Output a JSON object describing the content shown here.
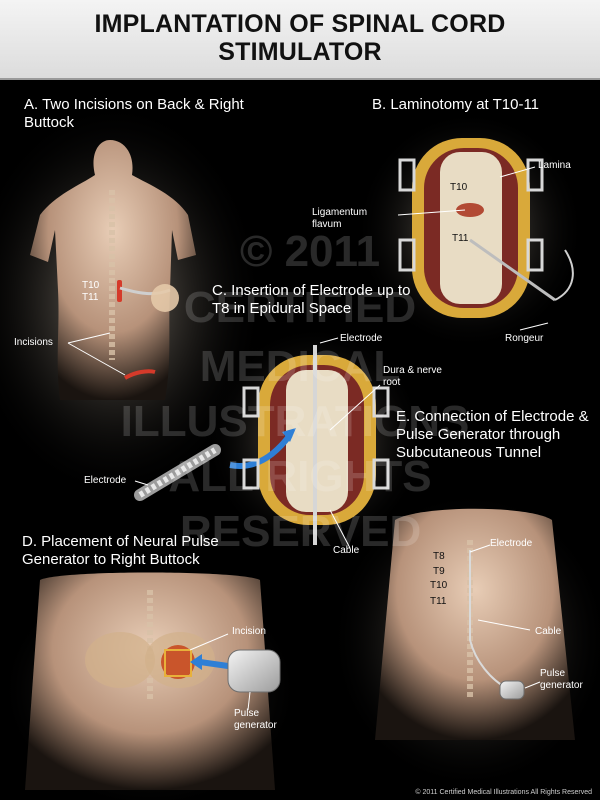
{
  "title": "IMPLANTATION OF SPINAL CORD STIMULATOR",
  "panels": {
    "a": {
      "title": "A. Two Incisions on Back & Right Buttock",
      "labels": {
        "t10": "T10",
        "t11": "T11",
        "incisions": "Incisions"
      }
    },
    "b": {
      "title": "B. Laminotomy at T10-11",
      "labels": {
        "lamina": "Lamina",
        "t10": "T10",
        "t11": "T11",
        "ligamentum": "Ligamentum flavum",
        "rongeur": "Rongeur"
      }
    },
    "c": {
      "title": "C. Insertion of Electrode up to T8 in Epidural Space",
      "labels": {
        "electrode": "Electrode",
        "dura": "Dura & nerve root",
        "electrode_left": "Electrode",
        "cable": "Cable"
      }
    },
    "d": {
      "title": "D. Placement of Neural Pulse Generator to Right Buttock",
      "labels": {
        "incision": "Incision",
        "pulse": "Pulse generator"
      }
    },
    "e": {
      "title": "E. Connection of Electrode & Pulse Generator through Subcutaneous Tunnel",
      "labels": {
        "electrode": "Electrode",
        "t8": "T8",
        "t9": "T9",
        "t10": "T10",
        "t11": "T11",
        "cable": "Cable",
        "pulse": "Pulse generator"
      }
    }
  },
  "watermark": {
    "line1": "© 2011",
    "line2": "CERTIFIED",
    "line3": "MEDICAL",
    "line4": "ILLUSTRATIONS",
    "line5": "ALL RIGHTS",
    "line6": "RESERVED"
  },
  "copyright": "© 2011 Certified Medical Illustrations All Rights Reserved"
}
